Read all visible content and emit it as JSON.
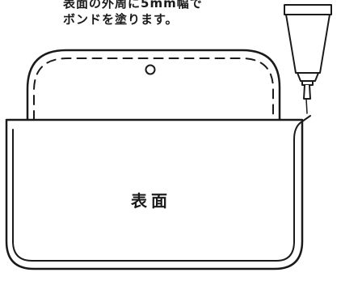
{
  "instruction": {
    "line1": "表面の外周に5mm幅で",
    "line2": "ボンドを塗ります。"
  },
  "label_front": "表面",
  "colors": {
    "stroke": "#1a1a1a",
    "background": "#ffffff"
  },
  "icons": [
    "glue-tube-icon",
    "pouch-illustration"
  ]
}
